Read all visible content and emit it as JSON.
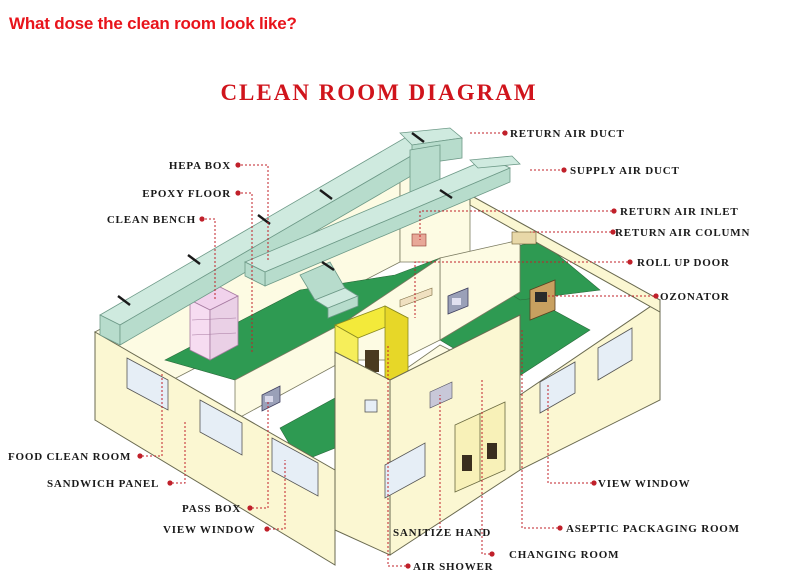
{
  "header": {
    "question": "What dose the clean room look like?",
    "title": "CLEAN ROOM DIAGRAM"
  },
  "labels": {
    "return_air_duct": "RETURN AIR DUCT",
    "supply_air_duct": "SUPPLY AIR DUCT",
    "hepa_box": "HEPA BOX",
    "epoxy_floor": "EPOXY FLOOR",
    "clean_bench": "CLEAN BENCH",
    "return_air_inlet": "RETURN AIR INLET",
    "return_air_column": "RETURN AIR COLUMN",
    "roll_up_door": "ROLL UP DOOR",
    "ozonator": "OZONATOR",
    "food_clean_room": "FOOD CLEAN ROOM",
    "sandwich_panel": "SANDWICH PANEL",
    "pass_box": "PASS BOX",
    "view_window_left": "VIEW WINDOW",
    "view_window_right": "VIEW WINDOW",
    "sanitize_hand": "SANITIZE HAND",
    "aseptic_packaging_room": "ASEPTIC PACKAGING ROOM",
    "changing_room": "CHANGING ROOM",
    "air_shower": "AIR SHOWER"
  },
  "colors": {
    "title_red": "#d0141c",
    "question_red": "#e8141b",
    "floor_green": "#2e9a52",
    "wall_cream": "#fbf7d2",
    "duct_green": "#b7dccc",
    "air_shower_yellow": "#f3ea3a",
    "leader_red": "#c0202a"
  }
}
